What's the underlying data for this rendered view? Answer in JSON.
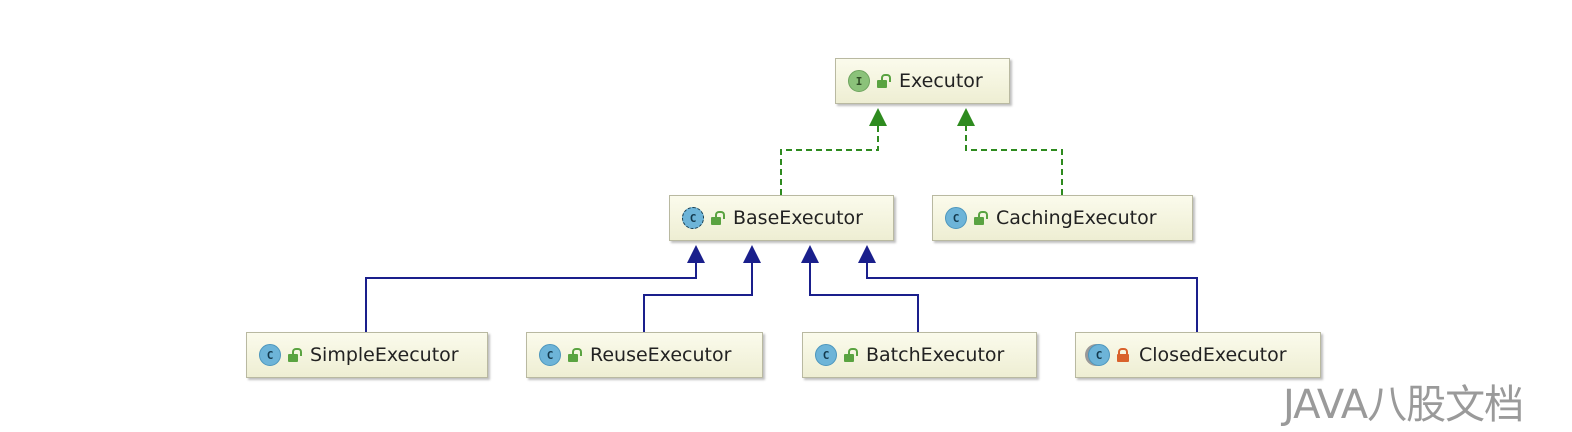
{
  "diagram": {
    "nodes": [
      {
        "id": "executor",
        "label": "Executor",
        "kind": "interface",
        "kind_letter": "I",
        "visibility": "public"
      },
      {
        "id": "base",
        "label": "BaseExecutor",
        "kind": "abstract",
        "kind_letter": "C",
        "visibility": "public"
      },
      {
        "id": "caching",
        "label": "CachingExecutor",
        "kind": "class",
        "kind_letter": "C",
        "visibility": "public"
      },
      {
        "id": "simple",
        "label": "SimpleExecutor",
        "kind": "class",
        "kind_letter": "C",
        "visibility": "public"
      },
      {
        "id": "reuse",
        "label": "ReuseExecutor",
        "kind": "class",
        "kind_letter": "C",
        "visibility": "public"
      },
      {
        "id": "batch",
        "label": "BatchExecutor",
        "kind": "class",
        "kind_letter": "C",
        "visibility": "public"
      },
      {
        "id": "closed",
        "label": "ClosedExecutor",
        "kind": "private-class",
        "kind_letter": "C",
        "visibility": "private"
      }
    ],
    "edges": [
      {
        "from": "base",
        "to": "executor",
        "type": "implements"
      },
      {
        "from": "caching",
        "to": "executor",
        "type": "implements"
      },
      {
        "from": "simple",
        "to": "base",
        "type": "extends"
      },
      {
        "from": "reuse",
        "to": "base",
        "type": "extends"
      },
      {
        "from": "batch",
        "to": "base",
        "type": "extends"
      },
      {
        "from": "closed",
        "to": "base",
        "type": "extends"
      }
    ],
    "colors": {
      "implements": "#2e8b1f",
      "extends": "#1a1f8c"
    }
  },
  "watermark": "JAVA八股文档"
}
